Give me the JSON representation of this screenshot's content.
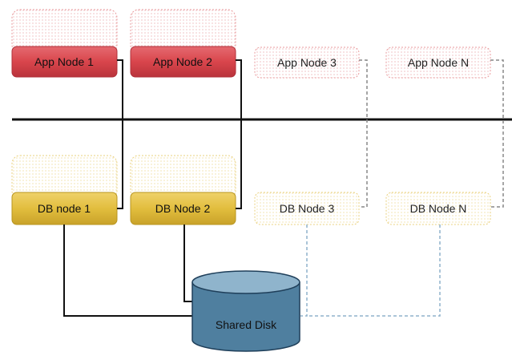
{
  "diagram": {
    "app_nodes": [
      {
        "label": "App Node 1",
        "state": "active"
      },
      {
        "label": "App Node 2",
        "state": "active"
      },
      {
        "label": "App Node 3",
        "state": "inactive"
      },
      {
        "label": "App Node N",
        "state": "inactive"
      }
    ],
    "db_nodes": [
      {
        "label": "DB node 1",
        "state": "active"
      },
      {
        "label": "DB Node 2",
        "state": "active"
      },
      {
        "label": "DB Node 3",
        "state": "inactive"
      },
      {
        "label": "DB Node N",
        "state": "inactive"
      }
    ],
    "shared_disk": {
      "label": "Shared Disk"
    },
    "colors": {
      "app_active_fill": "#d9454c",
      "app_active_stroke": "#b0303a",
      "app_dotted": "#e89a9c",
      "db_active_fill": "#e2be3e",
      "db_active_stroke": "#b8951f",
      "db_dotted": "#ead07c",
      "disk_fill": "#4f7f9f",
      "disk_top": "#8fb4cc",
      "network": "#111111",
      "dashed_gray": "#888888",
      "dashed_blue": "#8fb2cc"
    }
  }
}
